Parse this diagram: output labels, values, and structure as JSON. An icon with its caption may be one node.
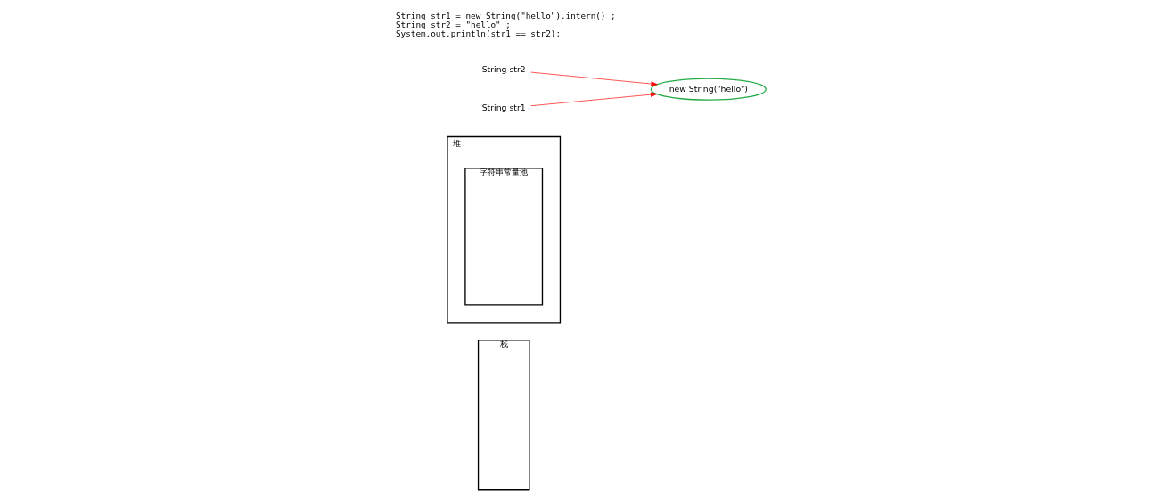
{
  "diagram": {
    "nodes": [
      {
        "text": [
          "栈"
        ]
      },
      {
        "text": [
          "堆"
        ]
      },
      {
        "text": [
          "字符串常量池"
        ],
        "in": 1
      },
      {
        "text": [
          "new String(\"hello\")"
        ]
      },
      {
        "text": [
          "String str2"
        ]
      },
      {
        "text": [
          "String str1"
        ]
      }
    ],
    "edges": [
      {
        "from": 4,
        "to": 3,
        "arrow": "to",
        "color": "#ff0000"
      },
      {
        "from": 5,
        "to": 3,
        "arrow": "to",
        "color": "#ff0000"
      }
    ],
    "labels": [
      "String str1 = new String(\"hello\").intern() ;",
      "String str2 = \"hello\" ;",
      "System.out.println(str1 == str2);"
    ]
  }
}
